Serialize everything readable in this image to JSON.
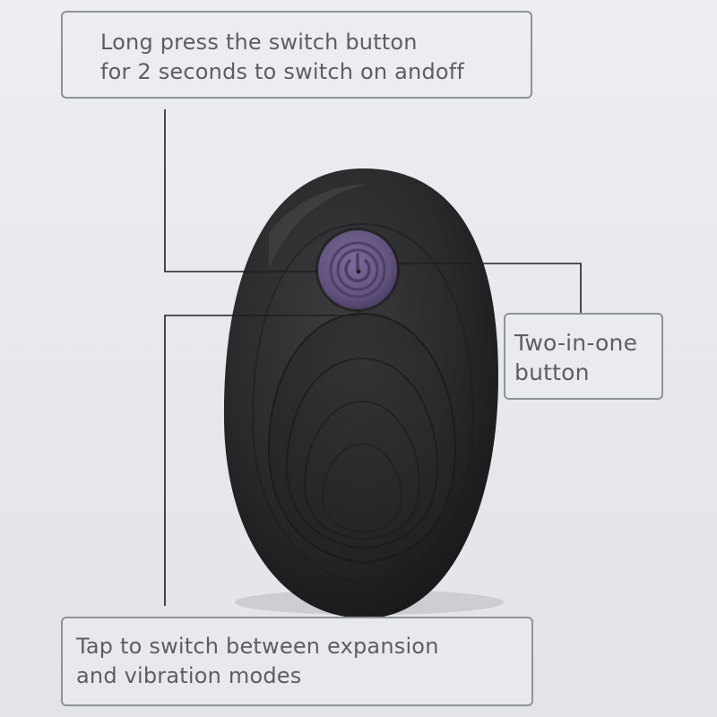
{
  "callouts": {
    "top": {
      "line1": "Long press the switch button",
      "line2": "for 2 seconds to switch on andoff"
    },
    "right": {
      "line1": "Two-in-one",
      "line2": "button"
    },
    "bottom": {
      "line1": "Tap to switch between expansion",
      "line2": "and vibration modes"
    }
  },
  "colors": {
    "background": "#e8e9ed",
    "device_body": "#2a2a2c",
    "button": "#6a5a86",
    "leader_line": "#1f1f22",
    "callout_border": "#8e929a",
    "text": "#5b5e66"
  },
  "icons": {
    "button_symbol": "power-icon"
  }
}
